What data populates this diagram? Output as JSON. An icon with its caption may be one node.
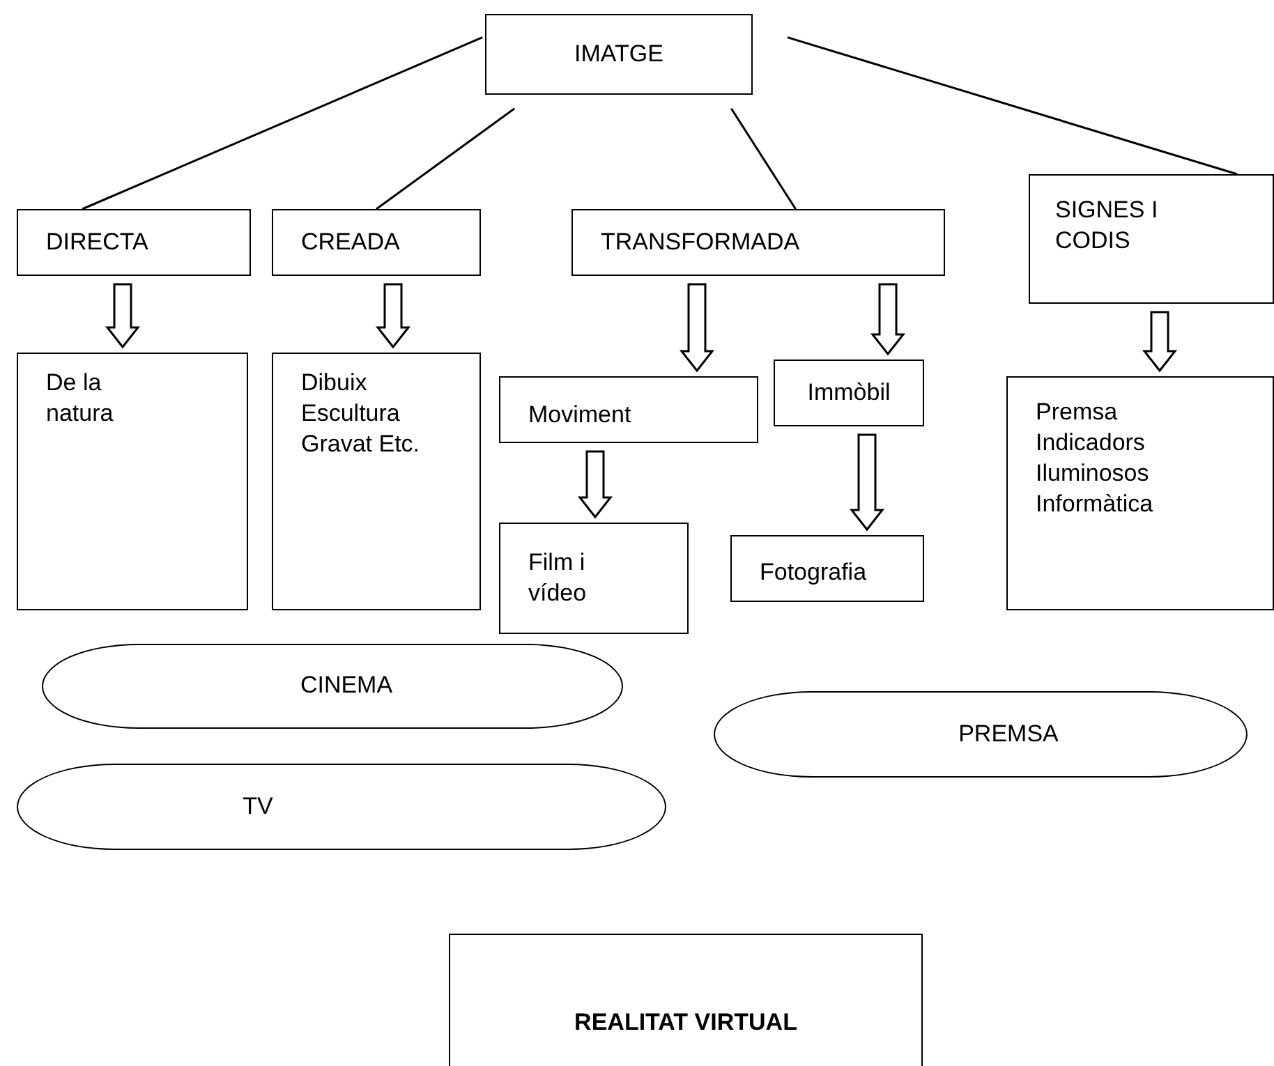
{
  "diagram": {
    "nodes": [
      {
        "text": [
          "IMATGE"
        ]
      },
      {
        "text": [
          "DIRECTA"
        ]
      },
      {
        "text": [
          "CREADA"
        ]
      },
      {
        "text": [
          "TRANSFORMADA"
        ]
      },
      {
        "text": [
          "SIGNES I CODIS"
        ]
      },
      {
        "text": [
          "De la natura"
        ]
      },
      {
        "text": [
          "Dibuix Escultura Gravat Etc."
        ]
      },
      {
        "text": [
          "Moviment"
        ]
      },
      {
        "text": [
          "Immòbil"
        ]
      },
      {
        "text": [
          "Premsa Indicadors Iluminosos Informàtica"
        ]
      },
      {
        "text": [
          "Film i vídeo"
        ]
      },
      {
        "text": [
          "Fotografia"
        ]
      },
      {
        "text": [
          "CINEMA"
        ]
      },
      {
        "text": [
          "TV"
        ]
      },
      {
        "text": [
          "PREMSA"
        ]
      },
      {
        "text": [
          "REALITAT VIRTUAL"
        ]
      }
    ],
    "edges": [
      {
        "from": 0,
        "to": 1,
        "arrow": "none"
      },
      {
        "from": 0,
        "to": 2,
        "arrow": "none"
      },
      {
        "from": 0,
        "to": 3,
        "arrow": "none"
      },
      {
        "from": 0,
        "to": 4,
        "arrow": "none"
      },
      {
        "from": 1,
        "to": 5,
        "arrow": "to"
      },
      {
        "from": 2,
        "to": 6,
        "arrow": "to"
      },
      {
        "from": 3,
        "to": 7,
        "arrow": "to"
      },
      {
        "from": 3,
        "to": 8,
        "arrow": "to"
      },
      {
        "from": 4,
        "to": 9,
        "arrow": "to"
      },
      {
        "from": 7,
        "to": 10,
        "arrow": "to"
      },
      {
        "from": 8,
        "to": 11,
        "arrow": "to"
      }
    ]
  }
}
